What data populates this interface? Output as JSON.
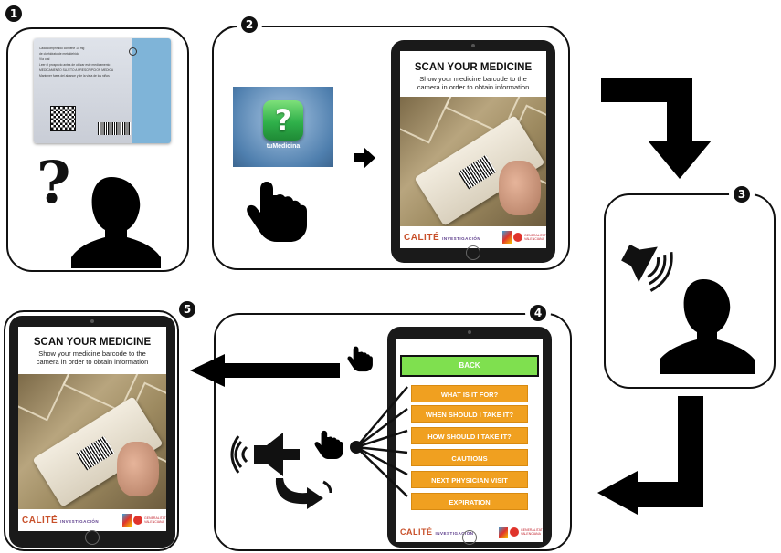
{
  "steps": [
    {
      "num": "1"
    },
    {
      "num": "2"
    },
    {
      "num": "3"
    },
    {
      "num": "4"
    },
    {
      "num": "5"
    }
  ],
  "package": {
    "lines": [
      "Cada comprimido contiene 10 mg",
      "de clorhidrato de metaldehido",
      "Vía oral",
      "Leer el prospecto antes de utilizar este medicamento",
      "MEDICAMENTO SUJETO A PRESCRIPCION MEDICA",
      "Mantener fuera del alcance y de la vista de los niños"
    ],
    "question": "?"
  },
  "app_icon": {
    "label": "tuMedicina",
    "symbol": "?"
  },
  "scan_screen": {
    "title": "SCAN YOUR MEDICINE",
    "subtitle": "Show your medicine barcode to the camera in order to obtain information",
    "brand": "CALITÉ",
    "brand_sub": "INVESTIGACIÓN",
    "logo_gva": "GENERALITAT VALENCIANA"
  },
  "menu": {
    "back": "BACK",
    "items": [
      "WHAT IS IT FOR?",
      "WHEN SHOULD I TAKE IT?",
      "HOW SHOULD I TAKE IT?",
      "CAUTIONS",
      "NEXT PHYSICIAN VISIT",
      "EXPIRATION"
    ]
  },
  "colors": {
    "menu_orange": "#f0a020",
    "back_green": "#7fe04f",
    "icon_green": "#2fb04a",
    "ink": "#111111"
  },
  "icons": [
    "question-mark-icon",
    "person-silhouette-icon",
    "pointing-hand-icon",
    "speaker-icon",
    "arrow-right-icon",
    "arrow-left-icon",
    "rotate-arrow-icon"
  ]
}
